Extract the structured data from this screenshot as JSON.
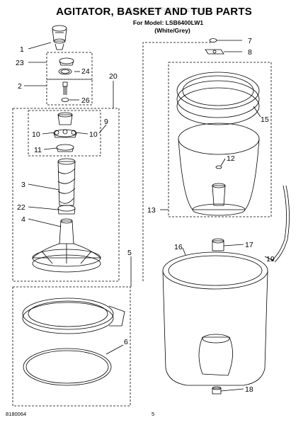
{
  "title": "AGITATOR, BASKET AND TUB PARTS",
  "model_line": "For Model: LSB6400LW1",
  "color_line": "(White/Grey)",
  "watermark": "AppliancePartsPros.com",
  "footer_left": "8180064",
  "footer_page": "5",
  "callouts": [
    "1",
    "23",
    "24",
    "2",
    "26",
    "20",
    "9",
    "10",
    "10",
    "11",
    "3",
    "22",
    "4",
    "5",
    "6",
    "7",
    "8",
    "15",
    "12",
    "13",
    "16",
    "17",
    "19",
    "18"
  ]
}
